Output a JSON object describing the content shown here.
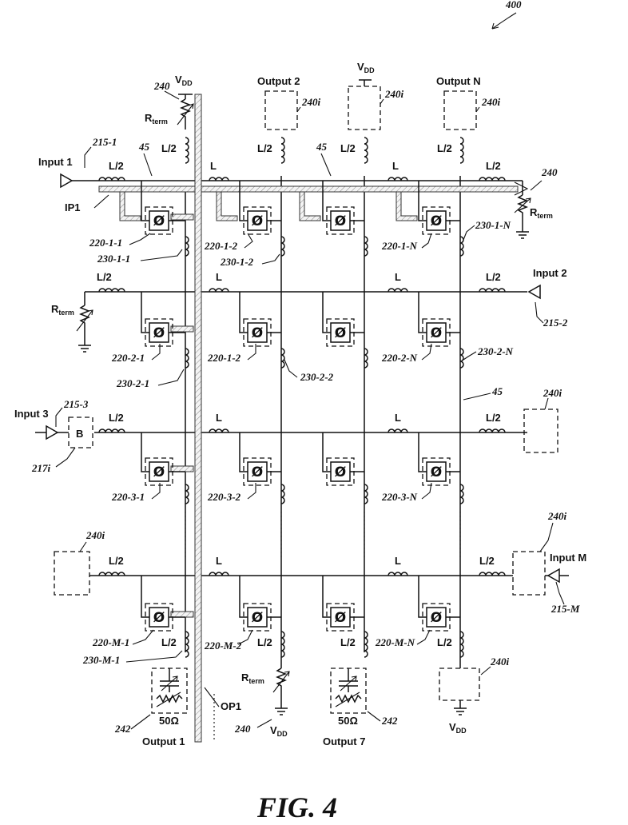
{
  "figure": {
    "number_ref": "400",
    "caption": "FIG. 4"
  },
  "supply": {
    "vdd": "V",
    "vdd_sub": "DD",
    "rterm": "R",
    "rterm_sub": "term",
    "ohms": "50Ω"
  },
  "inductors": {
    "full": "L",
    "half": "L/2"
  },
  "phase_symbol": "Ø",
  "buffer_label": "B",
  "inputs": {
    "input_1": "Input 1",
    "input_2": "Input 2",
    "input_3": "Input 3",
    "input_m": "Input M",
    "ref_215_1": "215-1",
    "ref_215_2": "215-2",
    "ref_215_3": "215-3",
    "ref_215_m": "215-M",
    "ref_217i": "217i"
  },
  "outputs": {
    "output_1": "Output 1",
    "output_2": "Output 2",
    "output_7": "Output 7",
    "output_n": "Output N"
  },
  "paths": {
    "ip1": "IP1",
    "op1": "OP1"
  },
  "refs": {
    "r240": "240",
    "r240i": "240i",
    "r242": "242",
    "r45": "45"
  },
  "shifters": {
    "row1": [
      "220-1-1",
      "220-1-2",
      "220-1-N"
    ],
    "row2": [
      "220-2-1",
      "220-1-2",
      "220-2-N"
    ],
    "row3": [
      "220-3-1",
      "220-3-2",
      "220-3-N"
    ],
    "rowM": [
      "220-M-1",
      "220-M-2",
      "220-M-N"
    ]
  },
  "couplers": {
    "row1": [
      "230-1-1",
      "230-1-2",
      "230-1-N"
    ],
    "row2": [
      "230-2-1",
      "230-2-2",
      "230-2-N"
    ],
    "rowM": [
      "230-M-1"
    ]
  }
}
